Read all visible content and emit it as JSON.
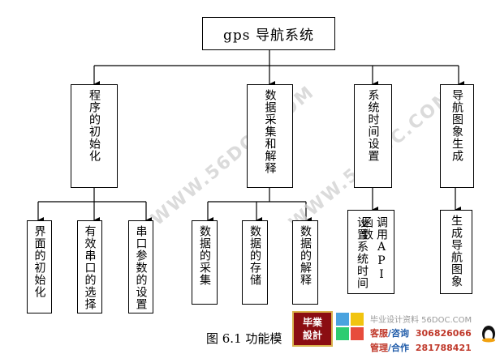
{
  "diagram": {
    "root": "gps 导航系统",
    "level1": [
      "程序的初始化",
      "数据采集和解释",
      "系统时间设置",
      "导航图象生成"
    ],
    "level2": {
      "init": [
        "界面的初始化",
        "有效串口的选择",
        "串口参数的设置"
      ],
      "data": [
        "数据的采集",
        "数据的存储",
        "数据的解释"
      ],
      "time": [
        "调用API函数",
        "设置系统时间"
      ],
      "nav": [
        "生成导航图象"
      ]
    }
  },
  "caption": "图 6.1 功能模",
  "watermarks": [
    "WWW.56DOC.COM",
    "WWW.56DOC.COM"
  ],
  "footer": {
    "logo_line1": "毕業",
    "logo_line2": "設計",
    "site": "毕业设计资料 56DOC.COM",
    "service_label": "客服",
    "service_label2": "/咨询",
    "service_number": "306826066",
    "manage_label": "管理",
    "manage_label2": "/合作",
    "manage_number": "281788421"
  }
}
